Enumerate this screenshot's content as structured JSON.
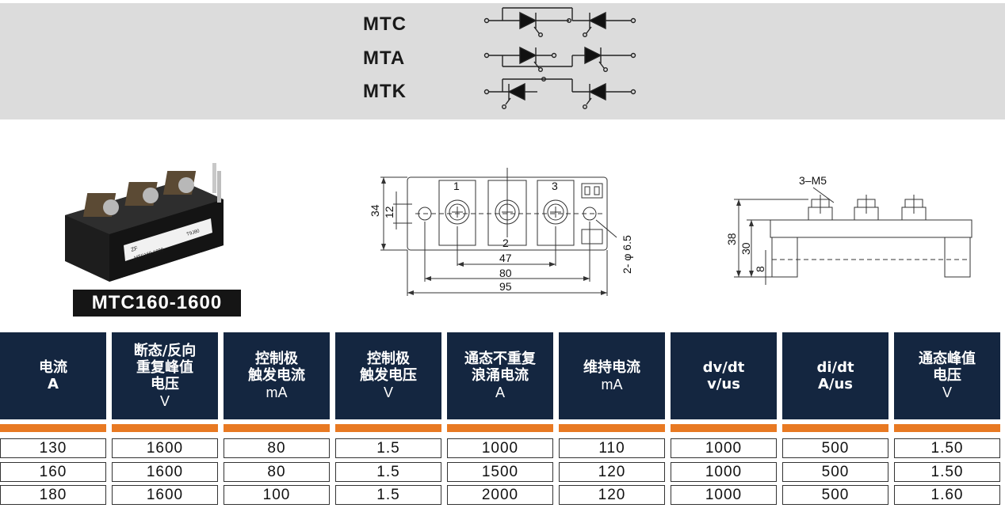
{
  "circuit_codes": [
    "MTC",
    "MTA",
    "MTK"
  ],
  "product_name": "MTC160-1600",
  "drawing_labels": {
    "dim_34": "34",
    "dim_12": "12",
    "term_1": "1",
    "term_2": "2",
    "term_3": "3",
    "dim_47": "47",
    "dim_80": "80",
    "dim_95": "95",
    "hole": "2- φ 6.5",
    "screw": "3–M5",
    "dim_38": "38",
    "dim_30": "30",
    "dim_8": "8"
  },
  "module_marks": {
    "brand": "ZF",
    "model": "MTC160-1600",
    "code": "T9J80"
  },
  "table": {
    "columns": [
      {
        "title": "电流\nA",
        "unit": ""
      },
      {
        "title": "断态/反向\n重复峰值\n电压",
        "unit": "V"
      },
      {
        "title": "控制极\n触发电流",
        "unit": "mA"
      },
      {
        "title": "控制极\n触发电压",
        "unit": "V"
      },
      {
        "title": "通态不重复\n浪涌电流",
        "unit": "A"
      },
      {
        "title": "维持电流",
        "unit": "mA"
      },
      {
        "title": "dv/dt\nv/us",
        "unit": ""
      },
      {
        "title": "di/dt\nA/us",
        "unit": ""
      },
      {
        "title": "通态峰值\n电压",
        "unit": "V"
      }
    ],
    "rows": [
      [
        "130",
        "1600",
        "80",
        "1.5",
        "1000",
        "110",
        "1000",
        "500",
        "1.50"
      ],
      [
        "160",
        "1600",
        "80",
        "1.5",
        "1500",
        "120",
        "1000",
        "500",
        "1.50"
      ],
      [
        "180",
        "1600",
        "100",
        "1.5",
        "2000",
        "120",
        "1000",
        "500",
        "1.60"
      ]
    ]
  },
  "colors": {
    "header_bg": "#142640",
    "accent_orange": "#e87922",
    "band_gray": "#dcdcdc"
  }
}
